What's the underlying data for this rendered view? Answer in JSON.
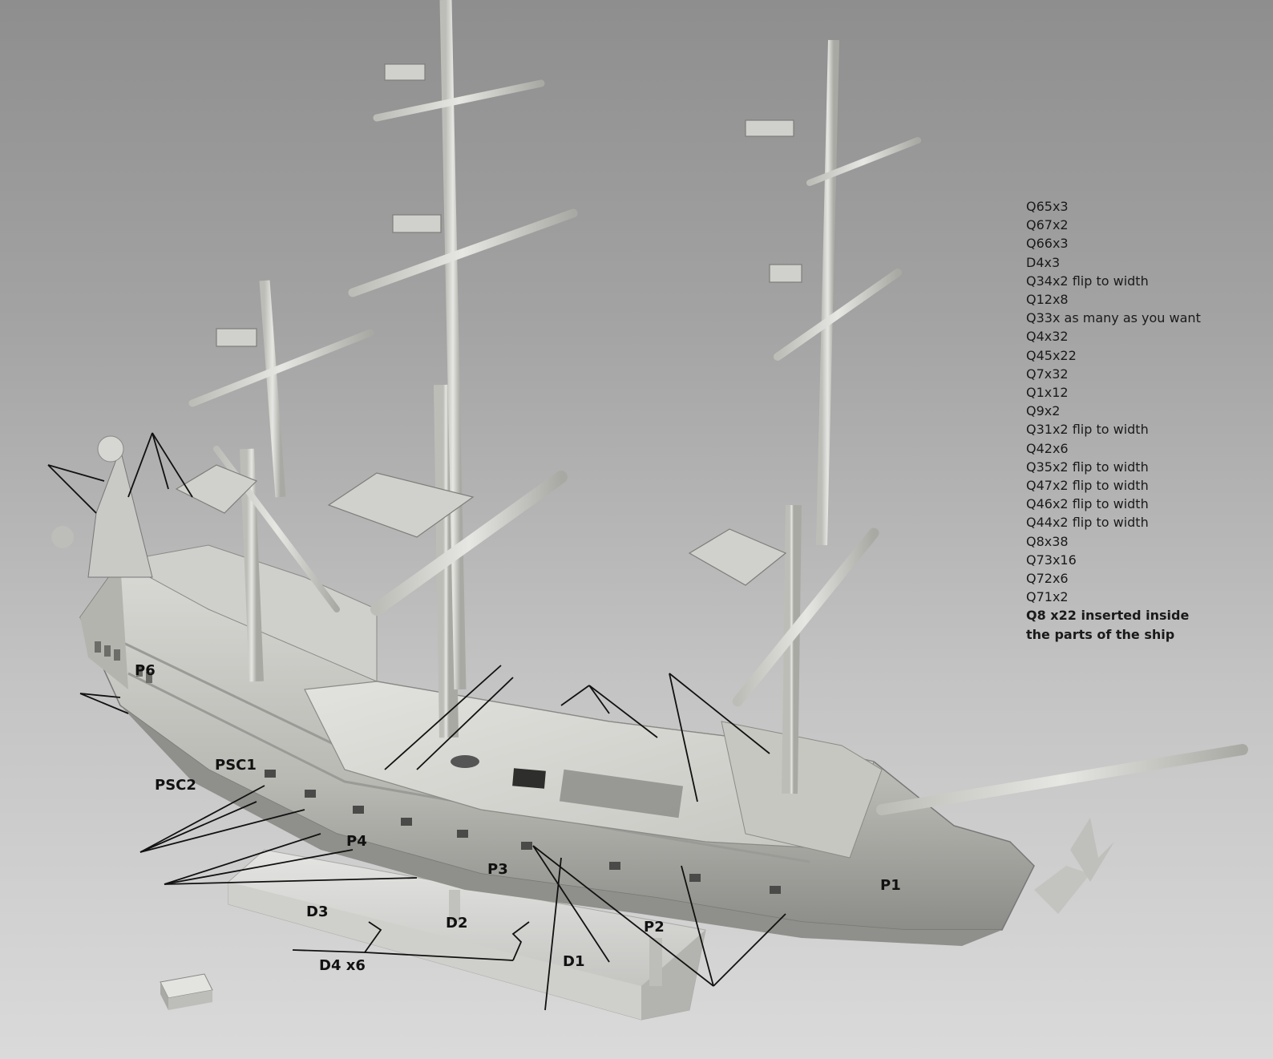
{
  "parts_list": [
    "Q65x3",
    "Q67x2",
    "Q66x3",
    "D4x3",
    "Q34x2 flip to width",
    "Q12x8",
    "Q33x as many as you want",
    "Q4x32",
    "Q45x22",
    "Q7x32",
    "Q1x12",
    "Q9x2",
    "Q31x2 flip to width",
    "Q42x6",
    "Q35x2 flip to width",
    "Q47x2 flip to width",
    "Q46x2 flip to width",
    "Q44x2 flip to width",
    "Q8x38",
    "Q73x16",
    "Q72x6",
    "Q71x2",
    "Q8 x22 inserted inside",
    "the parts of the ship"
  ],
  "part_labels": {
    "p1": "P1",
    "p2": "P2",
    "p3": "P3",
    "p4": "P4",
    "p6": "P6",
    "psc1": "PSC1",
    "psc2": "PSC2",
    "d1": "D1",
    "d2": "D2",
    "d3": "D3",
    "d4": "D4 x6"
  },
  "colors": {
    "background_top": "#8e8e8e",
    "background_bottom": "#dadada",
    "model": "#d6d6d2",
    "model_shadow": "#8f8f8b",
    "text": "#111111"
  }
}
